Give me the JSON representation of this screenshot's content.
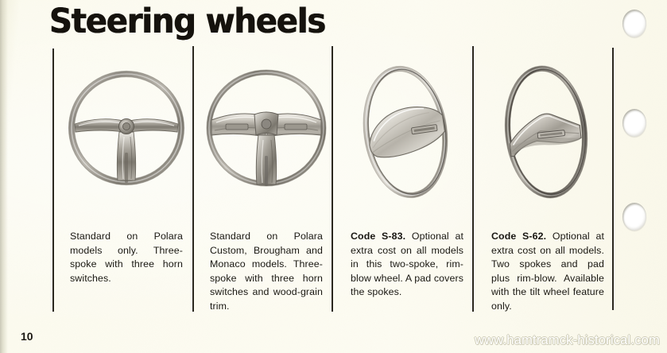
{
  "page": {
    "title": "Steering wheels",
    "number": "10",
    "watermark": "www.hamtramck-historical.com",
    "paper_color": "#fbfaec",
    "ink_color": "#191712"
  },
  "columns": [
    {
      "id": "polara-standard",
      "wheel": {
        "name": "three-spoke-wheel-plain",
        "style": "round",
        "spokes": 3,
        "trim": "none"
      },
      "caption": "Standard on Polara models only. Three-spoke with three horn switches.",
      "code": "",
      "caption_rest": "Standard on Polara models only. Three-spoke with three horn switches."
    },
    {
      "id": "polara-custom-brougham-monaco",
      "wheel": {
        "name": "three-spoke-wheel-woodgrain",
        "style": "round",
        "spokes": 3,
        "trim": "wood-grain"
      },
      "caption": "Standard on Polara Custom, Brougham and Monaco models. Three-spoke with three horn switches and wood-grain trim.",
      "code": "",
      "caption_rest": "Standard on Polara Custom, Brougham and Monaco models. Three-spoke with three horn switches and wood-grain trim."
    },
    {
      "id": "code-s-83",
      "wheel": {
        "name": "two-spoke-rim-blow-wheel",
        "style": "tilted-oval",
        "spokes": 2,
        "trim": "pad"
      },
      "caption": "Code S-83. Optional at extra cost on all models in this two-spoke, rim-blow wheel. A pad covers the spokes.",
      "code": "Code S-83.",
      "caption_rest": " Optional at extra cost on all models in this two-spoke, rim-blow wheel. A pad covers the spokes."
    },
    {
      "id": "code-s-62",
      "wheel": {
        "name": "two-spoke-tilt-rim-blow-wheel",
        "style": "tilted-oval",
        "spokes": 2,
        "trim": "pad plus rim-blow"
      },
      "caption": "Code S-62. Optional at extra cost on all models. Two spokes and pad plus rim-blow. Available with the tilt wheel feature only.",
      "code": "Code S-62.",
      "caption_rest": " Optional at extra cost on all models. Two spokes and pad plus rim-blow. Available with the tilt wheel feature only."
    }
  ],
  "binder_holes": 3
}
